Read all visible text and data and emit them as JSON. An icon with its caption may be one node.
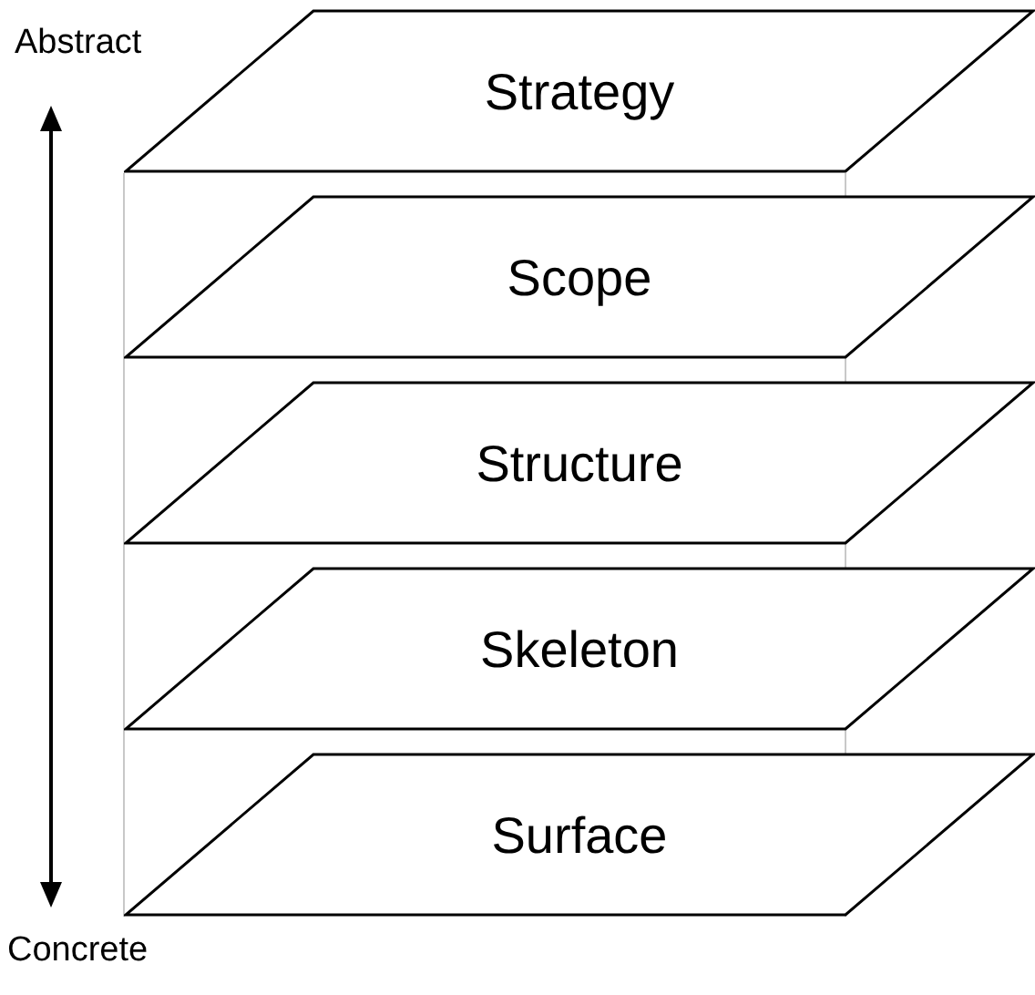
{
  "diagram": {
    "nodes": [
      {
        "text": [
          "Strategy"
        ]
      },
      {
        "text": [
          "Scope"
        ]
      },
      {
        "text": [
          "Structure"
        ]
      },
      {
        "text": [
          "Skeleton"
        ]
      },
      {
        "text": [
          "Surface"
        ]
      }
    ],
    "labels": [
      "Abstract",
      "Concrete"
    ]
  }
}
